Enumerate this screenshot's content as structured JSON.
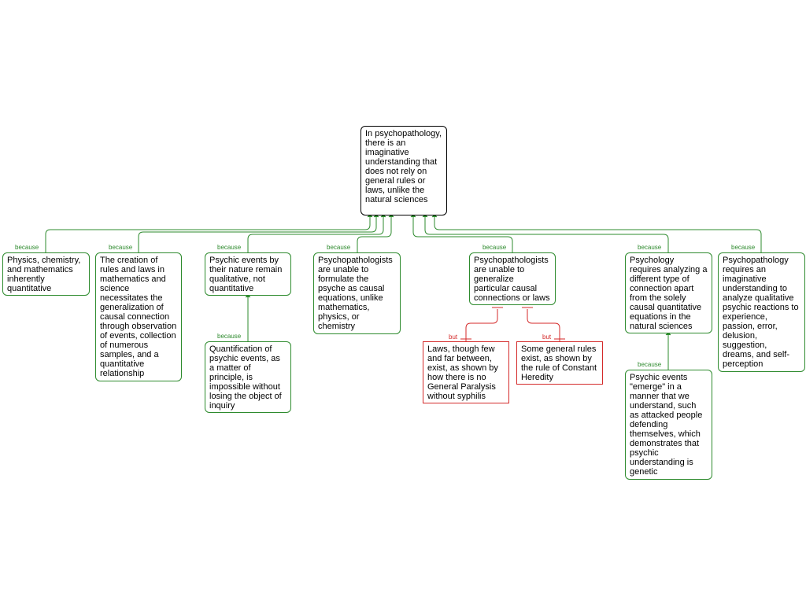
{
  "root": {
    "text": "In psychopathology, there is an imaginative understanding that does not rely on general rules or laws, unlike the natural sciences"
  },
  "labels": {
    "because": "because",
    "but": "but"
  },
  "colors": {
    "support": "#2e8b2e",
    "objection": "#d42a2a",
    "root_border": "#000000"
  },
  "reasons": [
    {
      "text": "Physics, chemistry, and mathematics inherently quantitative"
    },
    {
      "text": "The creation of rules and laws in mathematics and science necessitates the generalization of causal connection through observation of events, collection of numerous samples, and a quantitative relationship"
    },
    {
      "text": "Psychic events by their nature remain qualitative, not quantitative"
    },
    {
      "text": "Psychopathologists are unable to formulate the psyche as causal equations, unlike mathematics, physics, or chemistry"
    },
    {
      "text": "Psychopathologists are unable to generalize particular causal connections or laws"
    },
    {
      "text": "Psychology requires analyzing a different type of connection apart from the solely causal quantitative equations in the natural sciences"
    },
    {
      "text": "Psychopathology requires an imaginative understanding to analyze qualitative psychic reactions to experience, passion, error, delusion, suggestion, dreams, and self-perception"
    }
  ],
  "sub_reasons": [
    {
      "text": "Quantification of psychic events, as a matter of principle, is impossible without losing the object of inquiry"
    },
    {
      "text": "Psychic events \"emerge\" in a manner that we understand, such as attacked people defending themselves, which demonstrates that psychic understanding is genetic"
    }
  ],
  "objections": [
    {
      "text": "Laws, though few and far between, exist, as shown by how there is no General Paralysis without syphilis"
    },
    {
      "text": "Some general rules exist, as shown by the rule of Constant Heredity"
    }
  ]
}
